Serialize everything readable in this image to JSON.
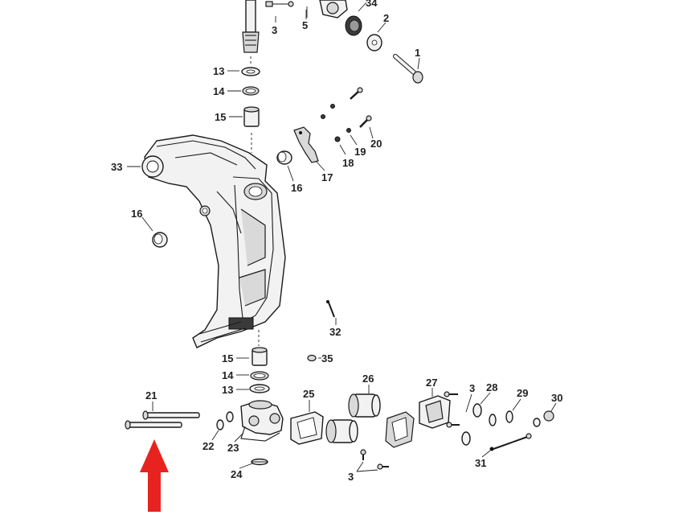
{
  "callouts": [
    {
      "id": "c3a",
      "label": "3"
    },
    {
      "id": "c5",
      "label": "5"
    },
    {
      "id": "c34",
      "label": "34"
    },
    {
      "id": "c2",
      "label": "2"
    },
    {
      "id": "c1",
      "label": "1"
    },
    {
      "id": "c13a",
      "label": "13"
    },
    {
      "id": "c14a",
      "label": "14"
    },
    {
      "id": "c15a",
      "label": "15"
    },
    {
      "id": "c20",
      "label": "20"
    },
    {
      "id": "c19",
      "label": "19"
    },
    {
      "id": "c18",
      "label": "18"
    },
    {
      "id": "c17",
      "label": "17"
    },
    {
      "id": "c16a",
      "label": "16"
    },
    {
      "id": "c33",
      "label": "33"
    },
    {
      "id": "c16b",
      "label": "16"
    },
    {
      "id": "c32",
      "label": "32"
    },
    {
      "id": "c15b",
      "label": "15"
    },
    {
      "id": "c35",
      "label": "35"
    },
    {
      "id": "c14b",
      "label": "14"
    },
    {
      "id": "c13b",
      "label": "13"
    },
    {
      "id": "c21",
      "label": "21"
    },
    {
      "id": "c22",
      "label": "22"
    },
    {
      "id": "c23",
      "label": "23"
    },
    {
      "id": "c24",
      "label": "24"
    },
    {
      "id": "c25",
      "label": "25"
    },
    {
      "id": "c26",
      "label": "26"
    },
    {
      "id": "c27",
      "label": "27"
    },
    {
      "id": "c3b",
      "label": "3"
    },
    {
      "id": "c28",
      "label": "28"
    },
    {
      "id": "c29",
      "label": "29"
    },
    {
      "id": "c30",
      "label": "30"
    },
    {
      "id": "c31",
      "label": "31"
    },
    {
      "id": "c3c",
      "label": "3"
    }
  ],
  "indicator_arrow": {
    "color": "#e8231f"
  }
}
